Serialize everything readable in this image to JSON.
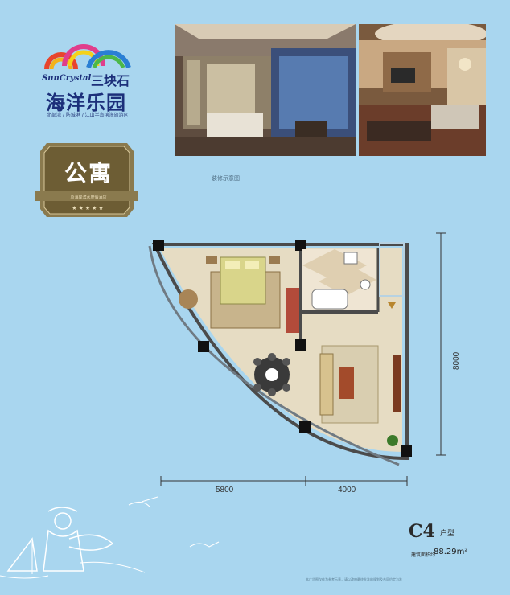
{
  "brand": {
    "english": "SunCrystal",
    "chinese_small": "三块石",
    "chinese_large": "海洋乐园",
    "location": "北部湾 / 防城港 / 江山半岛滨海旅游区"
  },
  "photos": {
    "caption": "装修示意图"
  },
  "badge": {
    "title": "公寓",
    "subtitle": "原海岸滨水度假酒店",
    "stars": "★★★★★"
  },
  "dimensions": {
    "width_left": "5800",
    "width_right": "4000",
    "height": "8000"
  },
  "unit": {
    "type": "C4",
    "type_suffix": "户型",
    "area_label": "建筑面积约",
    "area_value": "88.29m²"
  },
  "disclaimer": "本广告图仅作为参考示意，请以政府最终批准的规划及合同约定为准",
  "colors": {
    "background": "#a9d6ef",
    "badge": "#7a6a3e",
    "floor": "#e6dcc3",
    "wall": "#4b4b4b"
  }
}
